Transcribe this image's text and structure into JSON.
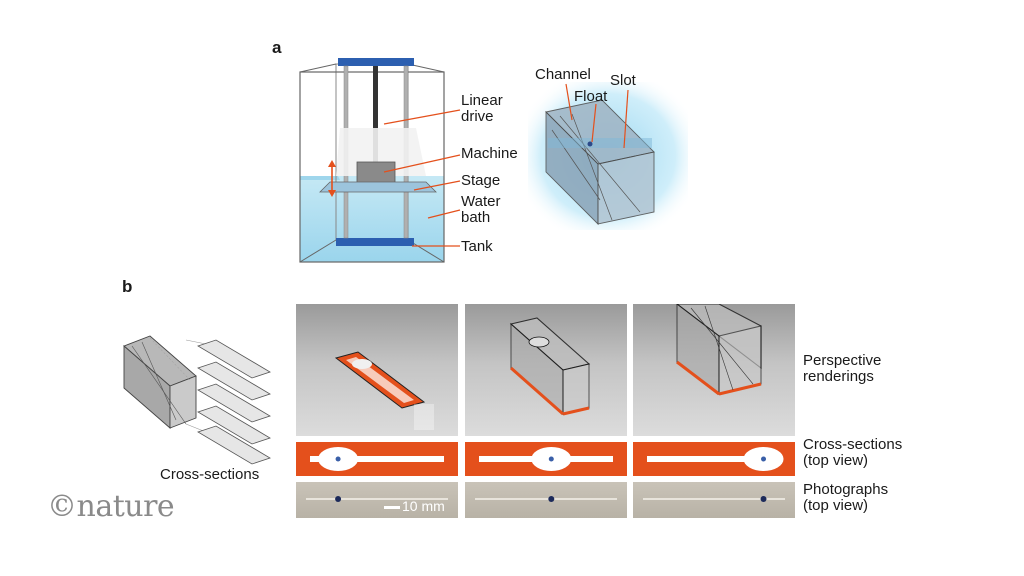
{
  "panel_a": {
    "letter": "a",
    "labels": {
      "linear_drive": "Linear\ndrive",
      "machine": "Machine",
      "stage": "Stage",
      "water_bath": "Water\nbath",
      "tank": "Tank",
      "channel": "Channel",
      "float": "Float",
      "slot": "Slot"
    }
  },
  "panel_b": {
    "letter": "b",
    "cross_sections_label": "Cross-sections",
    "row_labels": {
      "perspective": "Perspective\nrenderings",
      "cross_sections": "Cross-sections\n(top view)",
      "photographs": "Photographs\n(top view)"
    },
    "scale_bar": "10 mm",
    "float_positions": [
      0.12,
      0.45,
      0.78
    ]
  },
  "logo": "©nature",
  "colors": {
    "accent_orange": "#e4501c",
    "water_blue": "#a8dcef",
    "float_blue": "#3a5fa8",
    "stage_blue": "#2c5fb0"
  }
}
